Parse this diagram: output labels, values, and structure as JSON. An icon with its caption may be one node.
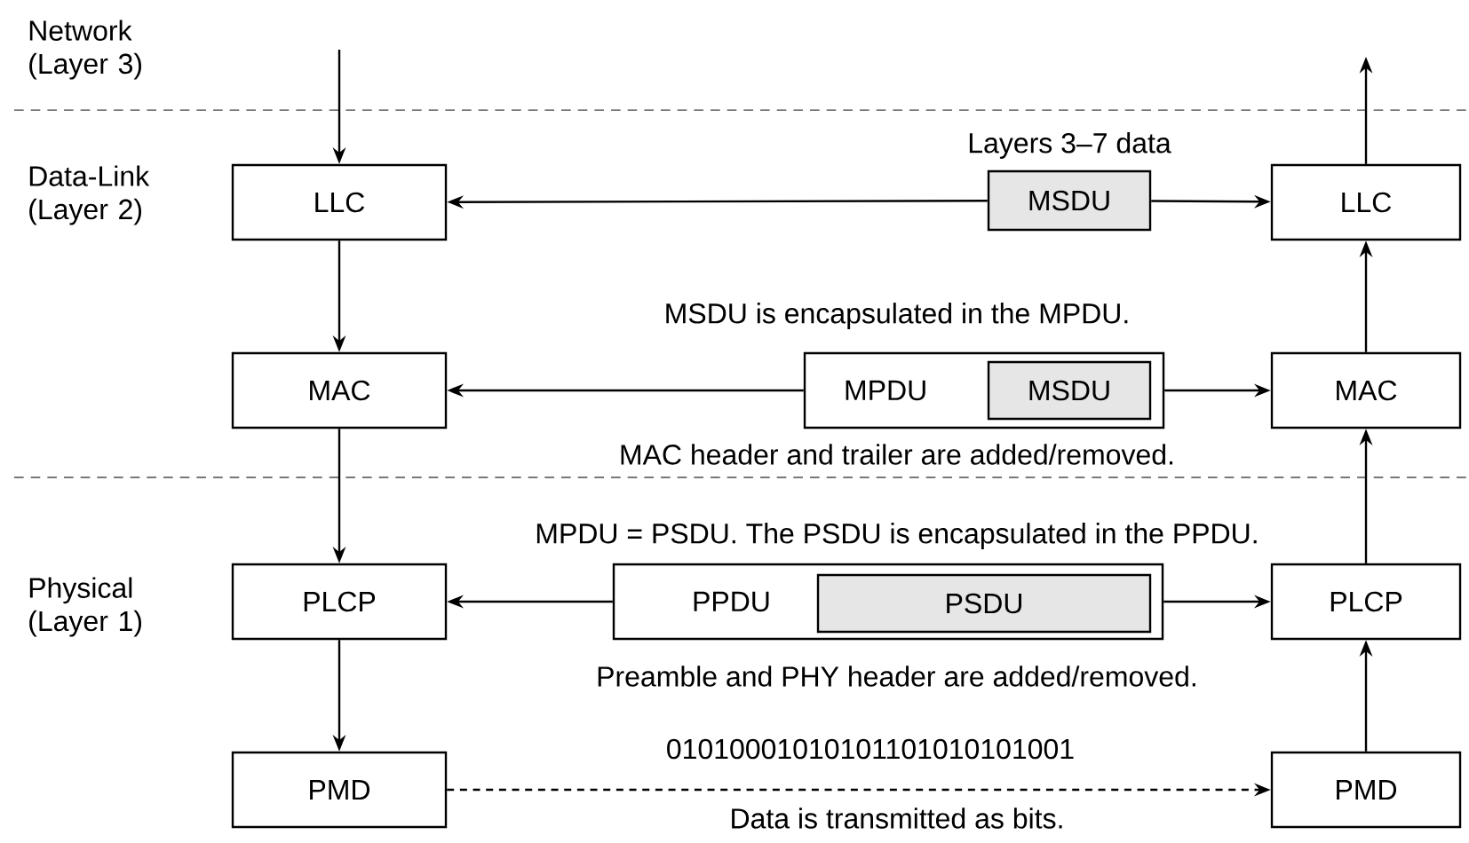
{
  "diagram": {
    "nodes": [
      {
        "text": [
          "LLC"
        ]
      },
      {
        "text": [
          "MSDU"
        ],
        "beside": [
          "Layers 3–7 data"
        ]
      },
      {
        "text": [
          "LLC"
        ]
      },
      {
        "text": [
          "MAC"
        ]
      },
      {
        "text": [
          "MPDU"
        ]
      },
      {
        "text": [
          "MSDU"
        ],
        "in": 4
      },
      {
        "text": [
          "MAC"
        ]
      },
      {
        "text": [
          "PLCP"
        ]
      },
      {
        "text": [
          "PPDU"
        ]
      },
      {
        "text": [
          "PSDU"
        ],
        "in": 8
      },
      {
        "text": [
          "PLCP"
        ]
      },
      {
        "text": [
          "PMD"
        ]
      },
      {
        "text": [
          "PMD"
        ]
      }
    ],
    "edges": [
      {
        "from": null,
        "to": 0,
        "arrow": "to"
      },
      {
        "from": 1,
        "to": 0,
        "arrow": "to"
      },
      {
        "from": 1,
        "to": 2,
        "arrow": "to"
      },
      {
        "from": 2,
        "to": null,
        "arrow": "to"
      },
      {
        "from": 0,
        "to": 3,
        "arrow": "to"
      },
      {
        "from": 4,
        "to": 3,
        "arrow": "to"
      },
      {
        "from": 4,
        "to": 6,
        "arrow": "to"
      },
      {
        "from": 6,
        "to": 2,
        "arrow": "to"
      },
      {
        "from": 3,
        "to": 7,
        "arrow": "to"
      },
      {
        "from": 8,
        "to": 7,
        "arrow": "to"
      },
      {
        "from": 8,
        "to": 10,
        "arrow": "to"
      },
      {
        "from": 10,
        "to": 6,
        "arrow": "to"
      },
      {
        "from": 7,
        "to": 11,
        "arrow": "to"
      },
      {
        "from": 11,
        "to": 12,
        "arrow": "to",
        "style": "dashed",
        "label": "01010001010101101010101001"
      },
      {
        "from": 12,
        "to": 10,
        "arrow": "to"
      }
    ],
    "labels": [
      "Network (Layer 3)",
      "Data-Link (Layer 2)",
      "MSDU is encapsulated in the MPDU.",
      "MAC header and trailer are added/removed.",
      "MPDU = PSDU. The PSDU is encapsulated in the PPDU.",
      "Physical (Layer 1)",
      "Preamble and PHY header are added/removed.",
      "Data is transmitted as bits."
    ]
  }
}
